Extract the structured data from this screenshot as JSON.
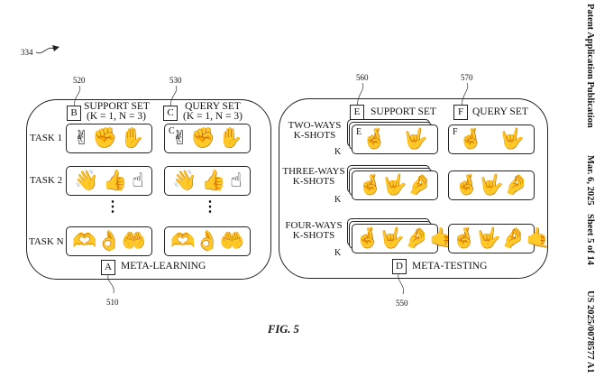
{
  "figure": {
    "ref_main": "334",
    "caption": "FIG. 5"
  },
  "header_side": {
    "left": "Patent Application Publication",
    "date": "Mar. 6, 2025",
    "sheet": "Sheet 5 of 14",
    "number": "US 2025/0078577 A1"
  },
  "meta_learning": {
    "ref": "510",
    "letter": "A",
    "title": "META-LEARNING",
    "support": {
      "ref": "520",
      "letter": "B",
      "title_line1": "SUPPORT SET",
      "title_line2": "(K = 1, N = 3)"
    },
    "query": {
      "ref": "530",
      "letter": "C",
      "title_line1": "QUERY SET",
      "title_line2": "(K = 1, N = 3)",
      "corner_letter": "C"
    },
    "tasks": [
      {
        "label": "TASK 1",
        "support": [
          "✌",
          "✊",
          "✋"
        ],
        "query": [
          "✌",
          "✊",
          "✋"
        ]
      },
      {
        "label": "TASK 2",
        "support": [
          "👋",
          "👍",
          "☝"
        ],
        "query": [
          "👋",
          "👍",
          "☝"
        ]
      },
      {
        "label": "TASK N",
        "support": [
          "🫶",
          "👌",
          "🤲"
        ],
        "query": [
          "🫶",
          "👌",
          "🤲"
        ]
      }
    ],
    "ellipsis": "⋮"
  },
  "meta_testing": {
    "ref": "550",
    "letter": "D",
    "title": "META-TESTING",
    "support": {
      "ref": "560",
      "letter": "E",
      "title": "SUPPORT SET",
      "corner_letter": "E"
    },
    "query": {
      "ref": "570",
      "letter": "F",
      "title": "QUERY SET",
      "corner_letter": "F"
    },
    "k_label": "K",
    "ways": [
      {
        "label_line1": "TWO-WAYS",
        "label_line2": "K-SHOTS",
        "support": [
          "🤞",
          "🤟"
        ],
        "query": [
          "🤞",
          "🤟"
        ]
      },
      {
        "label_line1": "THREE-WAYS",
        "label_line2": "K-SHOTS",
        "support": [
          "🤞",
          "🤟",
          "🤌"
        ],
        "query": [
          "🤞",
          "🤟",
          "🤌"
        ]
      },
      {
        "label_line1": "FOUR-WAYS",
        "label_line2": "K-SHOTS",
        "support": [
          "🤞",
          "🤟",
          "🤌",
          "🤙"
        ],
        "query": [
          "🤞",
          "🤟",
          "🤌",
          "🤙"
        ]
      }
    ]
  }
}
